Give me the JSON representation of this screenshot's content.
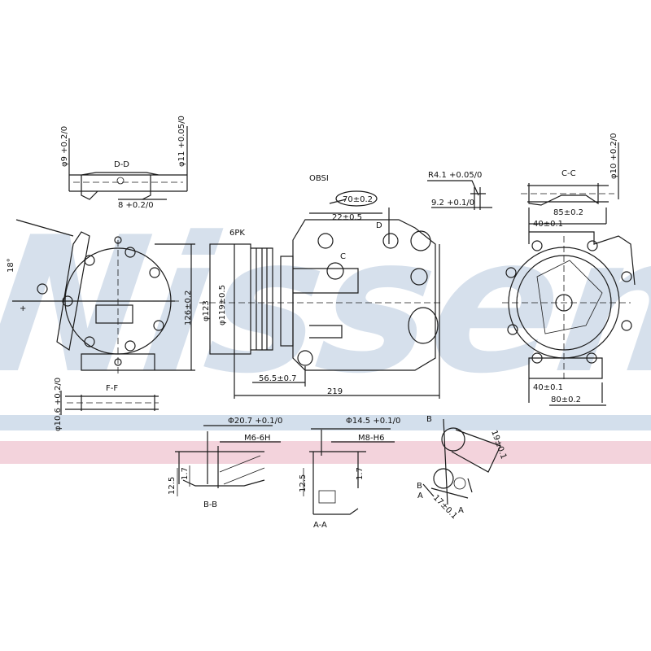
{
  "watermark": {
    "text": "Nissens",
    "color": "#c9d6e6"
  },
  "bands": {
    "blue": "#d3dfec",
    "pink": "#f3d3dc"
  },
  "labels": {
    "dd_section": "D-D",
    "phi9": "φ9 +0.2/0",
    "phi11": "φ11 +0.05/0",
    "dim8": "8 +0.2/0",
    "angle18": "18°",
    "plus": "+",
    "dim126": "126±0.2",
    "ff_section": "F-F",
    "phi10_6": "φ10.6 +0.2/0",
    "pk6": "6PK",
    "phi123": "φ123",
    "phi119": "φ119±0.5",
    "dim56_5": "56.5±0.7",
    "dim219": "219",
    "obsi": "OBSI",
    "dim70": "70±0.2",
    "dim22": "22±0.5",
    "c_mark": "C",
    "d_mark": "D",
    "r4_1": "R4.1 +0.05/0",
    "dim9_2": "9.2 +0.1/0",
    "cc_section": "C-C",
    "phi10": "φ10 +0.2/0",
    "dim85": "85±0.2",
    "dim40a": "40±0.1",
    "dim40b": "40±0.1",
    "dim80": "80±0.2",
    "phi20_7": "Φ20.7 +0.1/0",
    "m6_6h": "M6-6H",
    "dim12_5a": "12.5",
    "dim1_7a": "1.7",
    "bb_section": "B-B",
    "phi14_5": "Φ14.5 +0.1/0",
    "m8_h6": "M8-H6",
    "dim12_5b": "12.5",
    "dim1_7b": "1.7",
    "aa_section": "A-A",
    "b_mark": "B",
    "dim19": "19±0.1",
    "b_mark2": "B",
    "a_mark": "A",
    "dim17": "17±0.1",
    "a_mark2": "A"
  }
}
